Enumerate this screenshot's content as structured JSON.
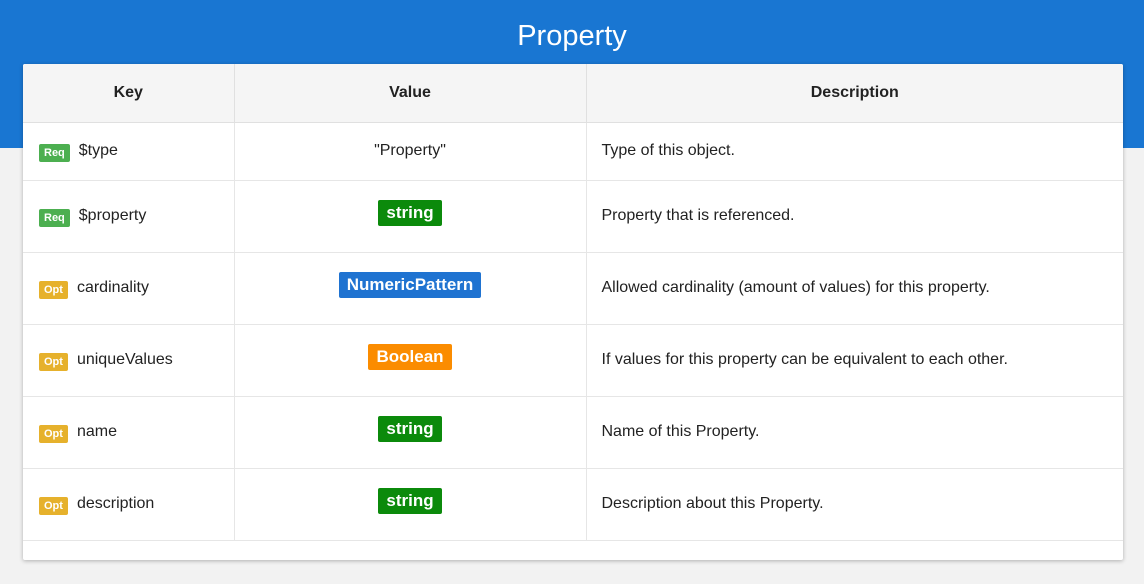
{
  "title": "Property",
  "columns": {
    "key": "Key",
    "value": "Value",
    "description": "Description"
  },
  "rows": [
    {
      "badge": "Req",
      "key": "$type",
      "value": "\"Property\"",
      "value_kind": "literal",
      "description": "Type of this object."
    },
    {
      "badge": "Req",
      "key": "$property",
      "value": "string",
      "value_kind": "string",
      "description": "Property that is referenced."
    },
    {
      "badge": "Opt",
      "key": "cardinality",
      "value": "NumericPattern",
      "value_kind": "numeric",
      "description": "Allowed cardinality (amount of values) for this property."
    },
    {
      "badge": "Opt",
      "key": "uniqueValues",
      "value": "Boolean",
      "value_kind": "boolean",
      "description": "If values for this property can be equivalent to each other."
    },
    {
      "badge": "Opt",
      "key": "name",
      "value": "string",
      "value_kind": "string",
      "description": "Name of this Property."
    },
    {
      "badge": "Opt",
      "key": "description",
      "value": "string",
      "value_kind": "string",
      "description": "Description about this Property."
    }
  ],
  "colors": {
    "header": "#1976d2",
    "req_badge": "#4caf50",
    "opt_badge": "#e6b12c",
    "string_type": "#0b8a0b",
    "numeric_type": "#1f73d1",
    "boolean_type": "#fb8c00"
  }
}
